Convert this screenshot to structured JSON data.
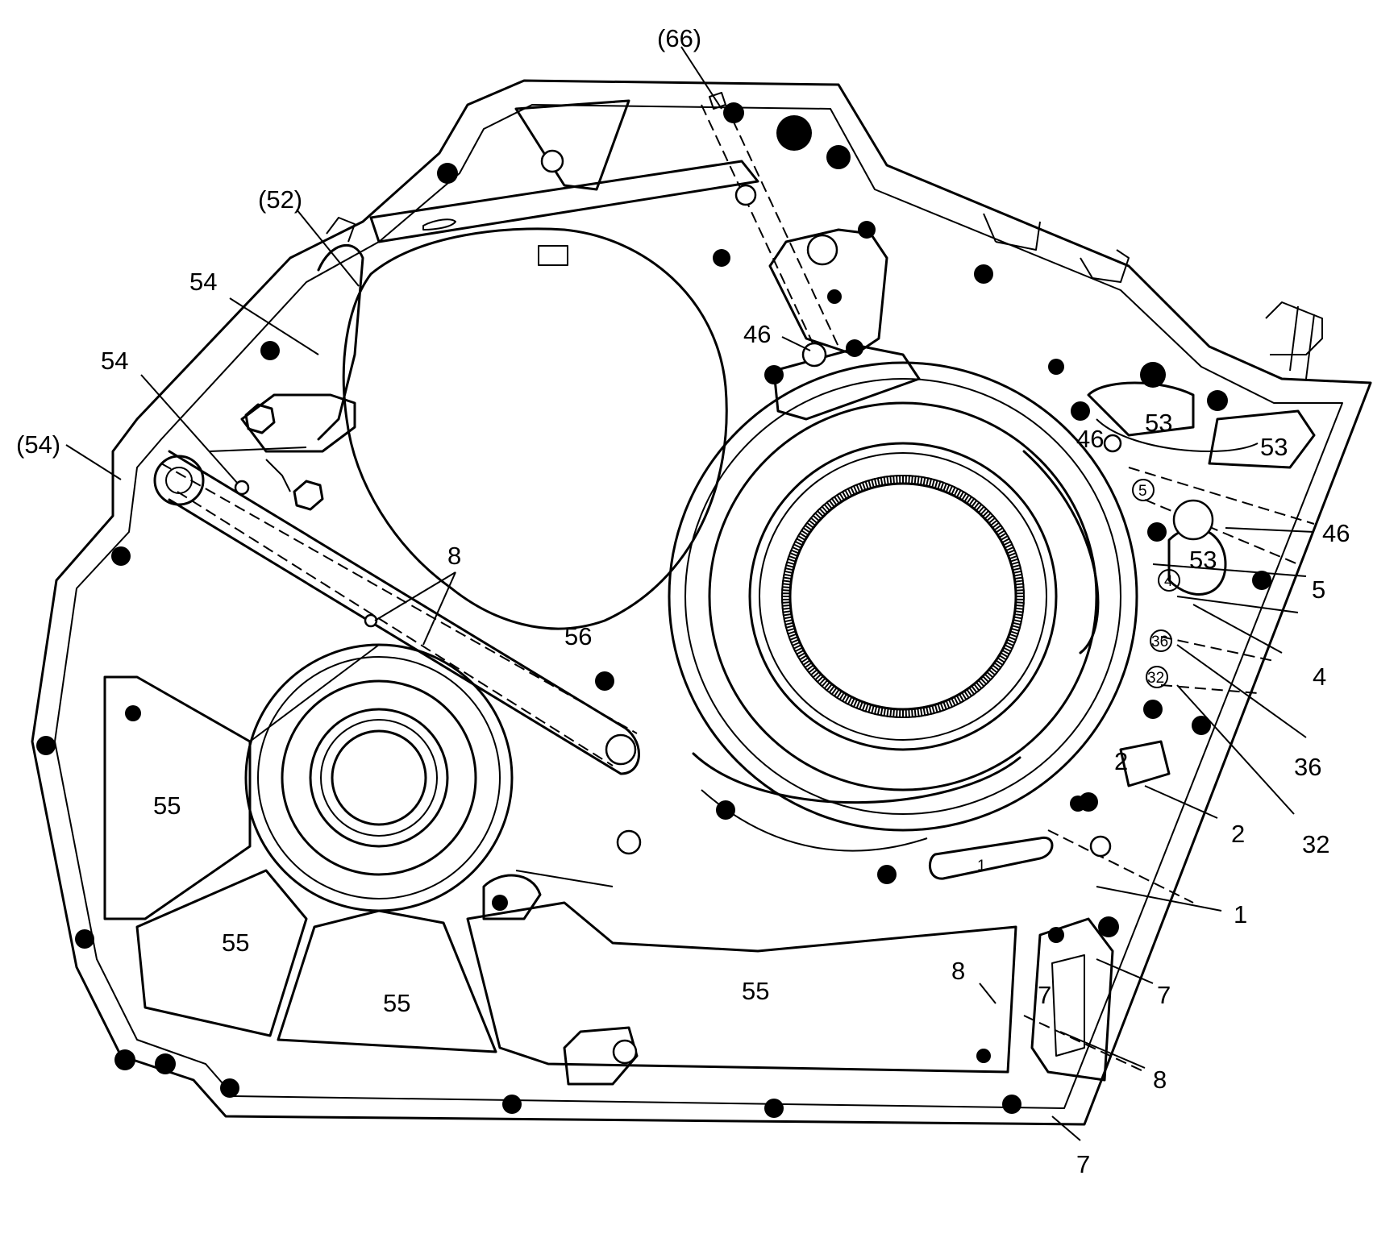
{
  "diagram": {
    "labels": {
      "l66": "(66)",
      "l52": "(52)",
      "l54a": "54",
      "l54b": "54",
      "l54p": "(54)",
      "l46a": "46",
      "l46b": "46",
      "l46c": "46",
      "l53a": "53",
      "l53b": "53",
      "l53c": "53",
      "l5a": "5",
      "l5b": "5",
      "l4a": "4",
      "l4b": "4",
      "l36a": "36",
      "l36b": "36",
      "l32a": "32",
      "l32b": "32",
      "l2a": "2",
      "l2b": "2",
      "l1a": "1",
      "l1b": "1",
      "l56": "56",
      "l8a": "8",
      "l8b": "8",
      "l8c": "8",
      "l7a": "7",
      "l7b": "7",
      "l7c": "7",
      "l55a": "55",
      "l55b": "55",
      "l55c": "55",
      "l55d": "55"
    }
  }
}
